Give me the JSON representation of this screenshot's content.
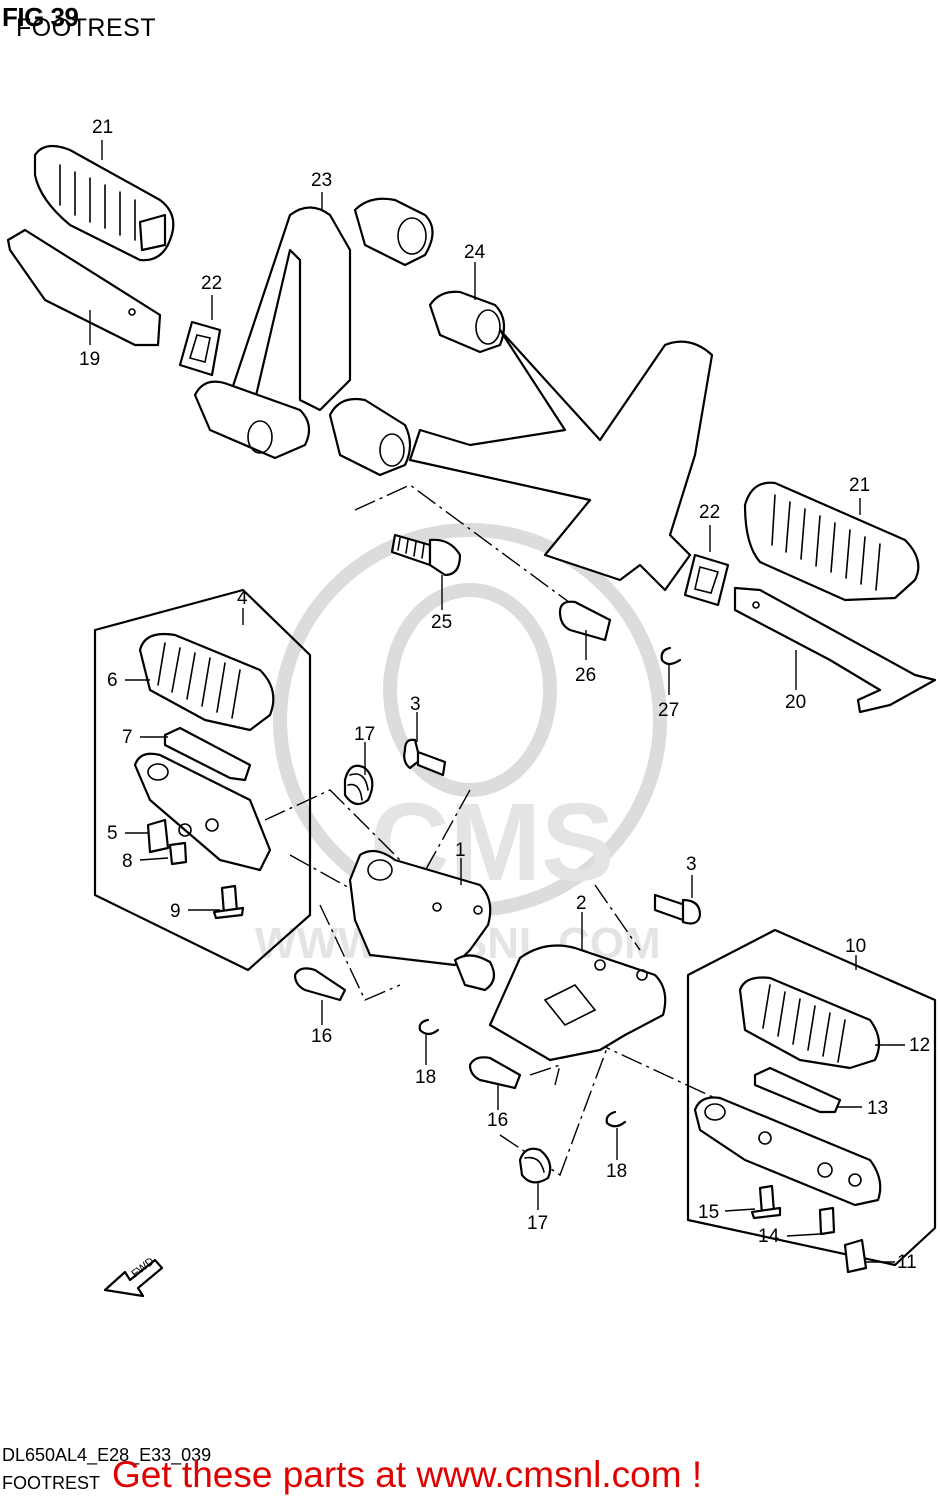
{
  "header": {
    "fig": "FIG 39",
    "title": "FOOTREST"
  },
  "footer": {
    "code": "DL650AL4_E28_E33_039",
    "title": "FOOTREST",
    "cta": "Get these parts at www.cmsnl.com !"
  },
  "watermark": {
    "brand": "CMS",
    "url": "WWW.CMSNL.COM"
  },
  "fwd_label": "FWD",
  "callouts": [
    {
      "id": "21a",
      "label": "21"
    },
    {
      "id": "22a",
      "label": "22"
    },
    {
      "id": "19",
      "label": "19"
    },
    {
      "id": "23",
      "label": "23"
    },
    {
      "id": "24",
      "label": "24"
    },
    {
      "id": "25",
      "label": "25"
    },
    {
      "id": "26",
      "label": "26"
    },
    {
      "id": "27",
      "label": "27"
    },
    {
      "id": "22b",
      "label": "22"
    },
    {
      "id": "21b",
      "label": "21"
    },
    {
      "id": "20",
      "label": "20"
    },
    {
      "id": "4",
      "label": "4"
    },
    {
      "id": "6",
      "label": "6"
    },
    {
      "id": "7",
      "label": "7"
    },
    {
      "id": "5",
      "label": "5"
    },
    {
      "id": "8",
      "label": "8"
    },
    {
      "id": "9",
      "label": "9"
    },
    {
      "id": "17a",
      "label": "17"
    },
    {
      "id": "3a",
      "label": "3"
    },
    {
      "id": "1",
      "label": "1"
    },
    {
      "id": "16a",
      "label": "16"
    },
    {
      "id": "18a",
      "label": "18"
    },
    {
      "id": "2",
      "label": "2"
    },
    {
      "id": "3b",
      "label": "3"
    },
    {
      "id": "16b",
      "label": "16"
    },
    {
      "id": "18b",
      "label": "18"
    },
    {
      "id": "17b",
      "label": "17"
    },
    {
      "id": "10",
      "label": "10"
    },
    {
      "id": "12",
      "label": "12"
    },
    {
      "id": "13",
      "label": "13"
    },
    {
      "id": "15",
      "label": "15"
    },
    {
      "id": "14",
      "label": "14"
    },
    {
      "id": "11",
      "label": "11"
    }
  ]
}
